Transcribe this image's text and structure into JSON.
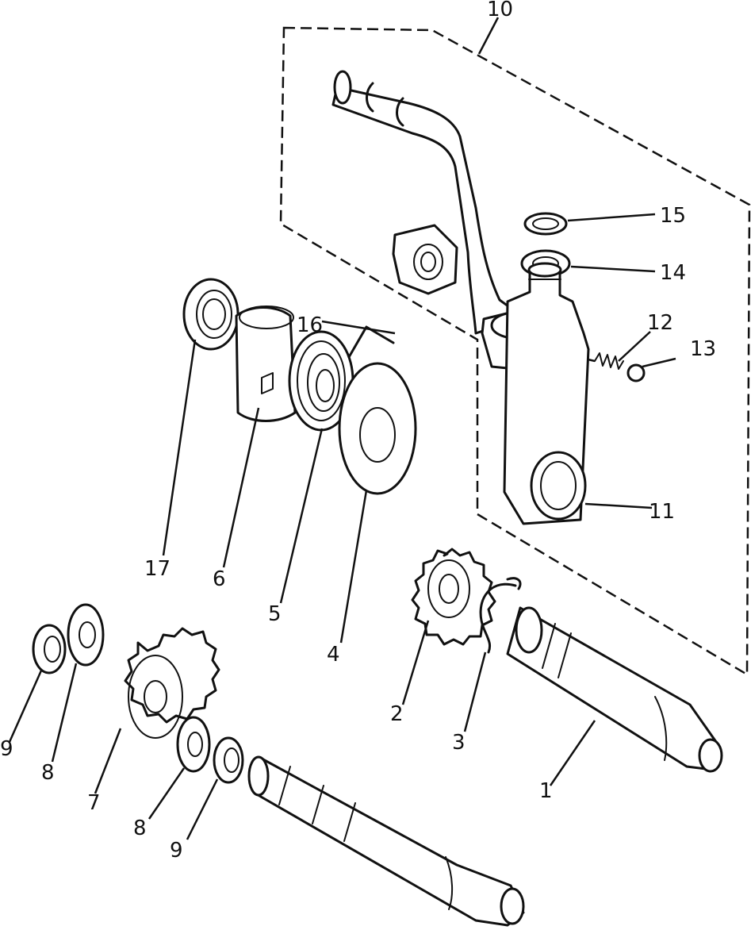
{
  "callouts": {
    "c1": "1",
    "c2": "2",
    "c3": "3",
    "c4": "4",
    "c5": "5",
    "c6": "6",
    "c7": "7",
    "c8a": "8",
    "c8b": "8",
    "c9a": "9",
    "c9b": "9",
    "c10": "10",
    "c11": "11",
    "c12": "12",
    "c13": "13",
    "c14": "14",
    "c15": "15",
    "c16": "16",
    "c17": "17"
  }
}
